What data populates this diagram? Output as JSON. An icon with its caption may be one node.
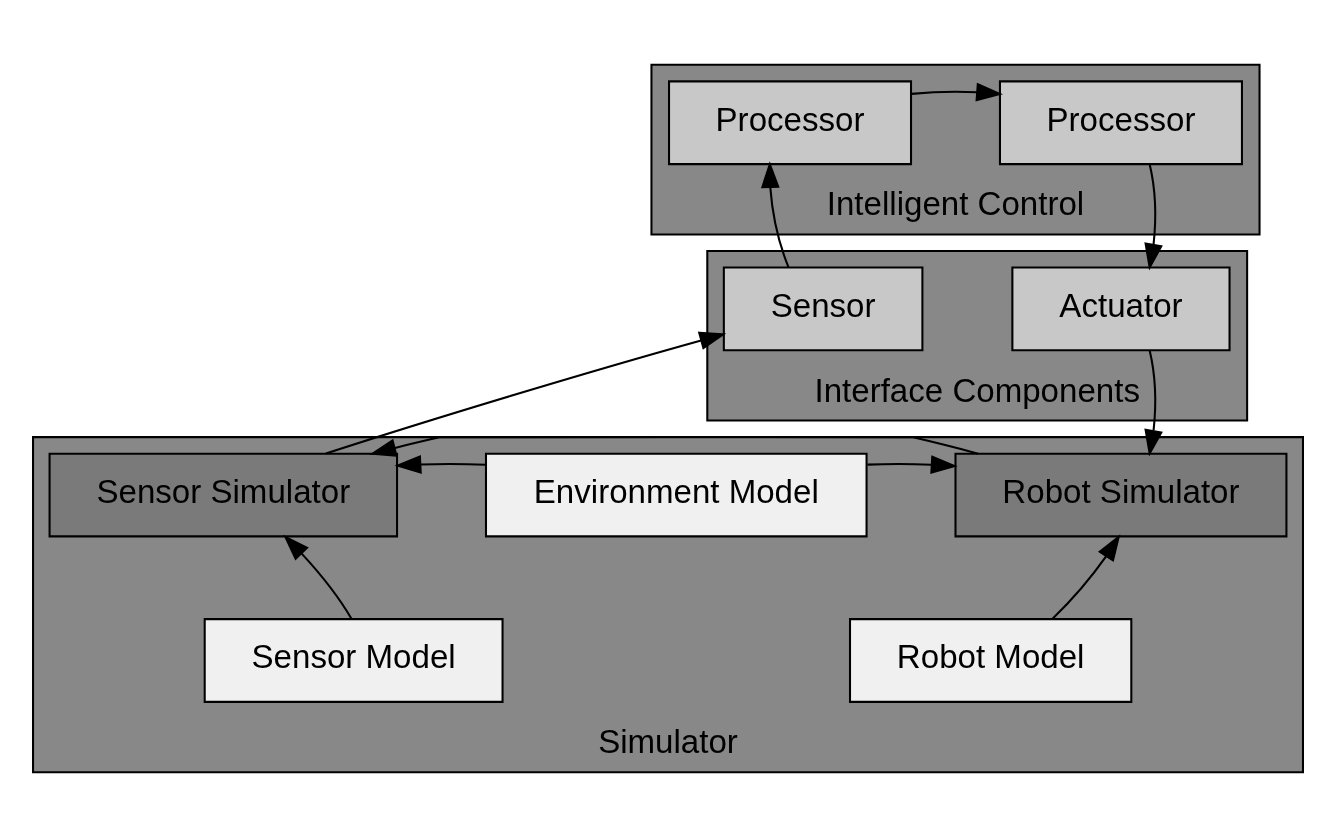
{
  "diagram": {
    "nodes": [
      {
        "text": [
          "Intelligent Control"
        ]
      },
      {
        "text": [
          "Processor"
        ],
        "in": 0
      },
      {
        "text": [
          "Processor"
        ],
        "in": 0
      },
      {
        "text": [
          "Interface Components"
        ]
      },
      {
        "text": [
          "Sensor"
        ],
        "in": 3
      },
      {
        "text": [
          "Actuator"
        ],
        "in": 3
      },
      {
        "text": [
          "Simulator"
        ]
      },
      {
        "text": [
          "Sensor Simulator"
        ],
        "in": 6
      },
      {
        "text": [
          "Environment Model"
        ],
        "in": 6
      },
      {
        "text": [
          "Robot Simulator"
        ],
        "in": 6
      },
      {
        "text": [
          "Sensor Model"
        ],
        "in": 6
      },
      {
        "text": [
          "Robot Model"
        ],
        "in": 6
      }
    ],
    "edges": [
      {
        "from": 4,
        "to": 1,
        "arrow": "to"
      },
      {
        "from": 1,
        "to": 2,
        "arrow": "to"
      },
      {
        "from": 2,
        "to": 5,
        "arrow": "to"
      },
      {
        "from": 5,
        "to": 9,
        "arrow": "to"
      },
      {
        "from": 7,
        "to": 4,
        "arrow": "to"
      },
      {
        "from": 8,
        "to": 7,
        "arrow": "to"
      },
      {
        "from": 8,
        "to": 9,
        "arrow": "to"
      },
      {
        "from": 9,
        "to": 7,
        "arrow": "to"
      },
      {
        "from": 10,
        "to": 7,
        "arrow": "to"
      },
      {
        "from": 11,
        "to": 9,
        "arrow": "to"
      }
    ]
  }
}
